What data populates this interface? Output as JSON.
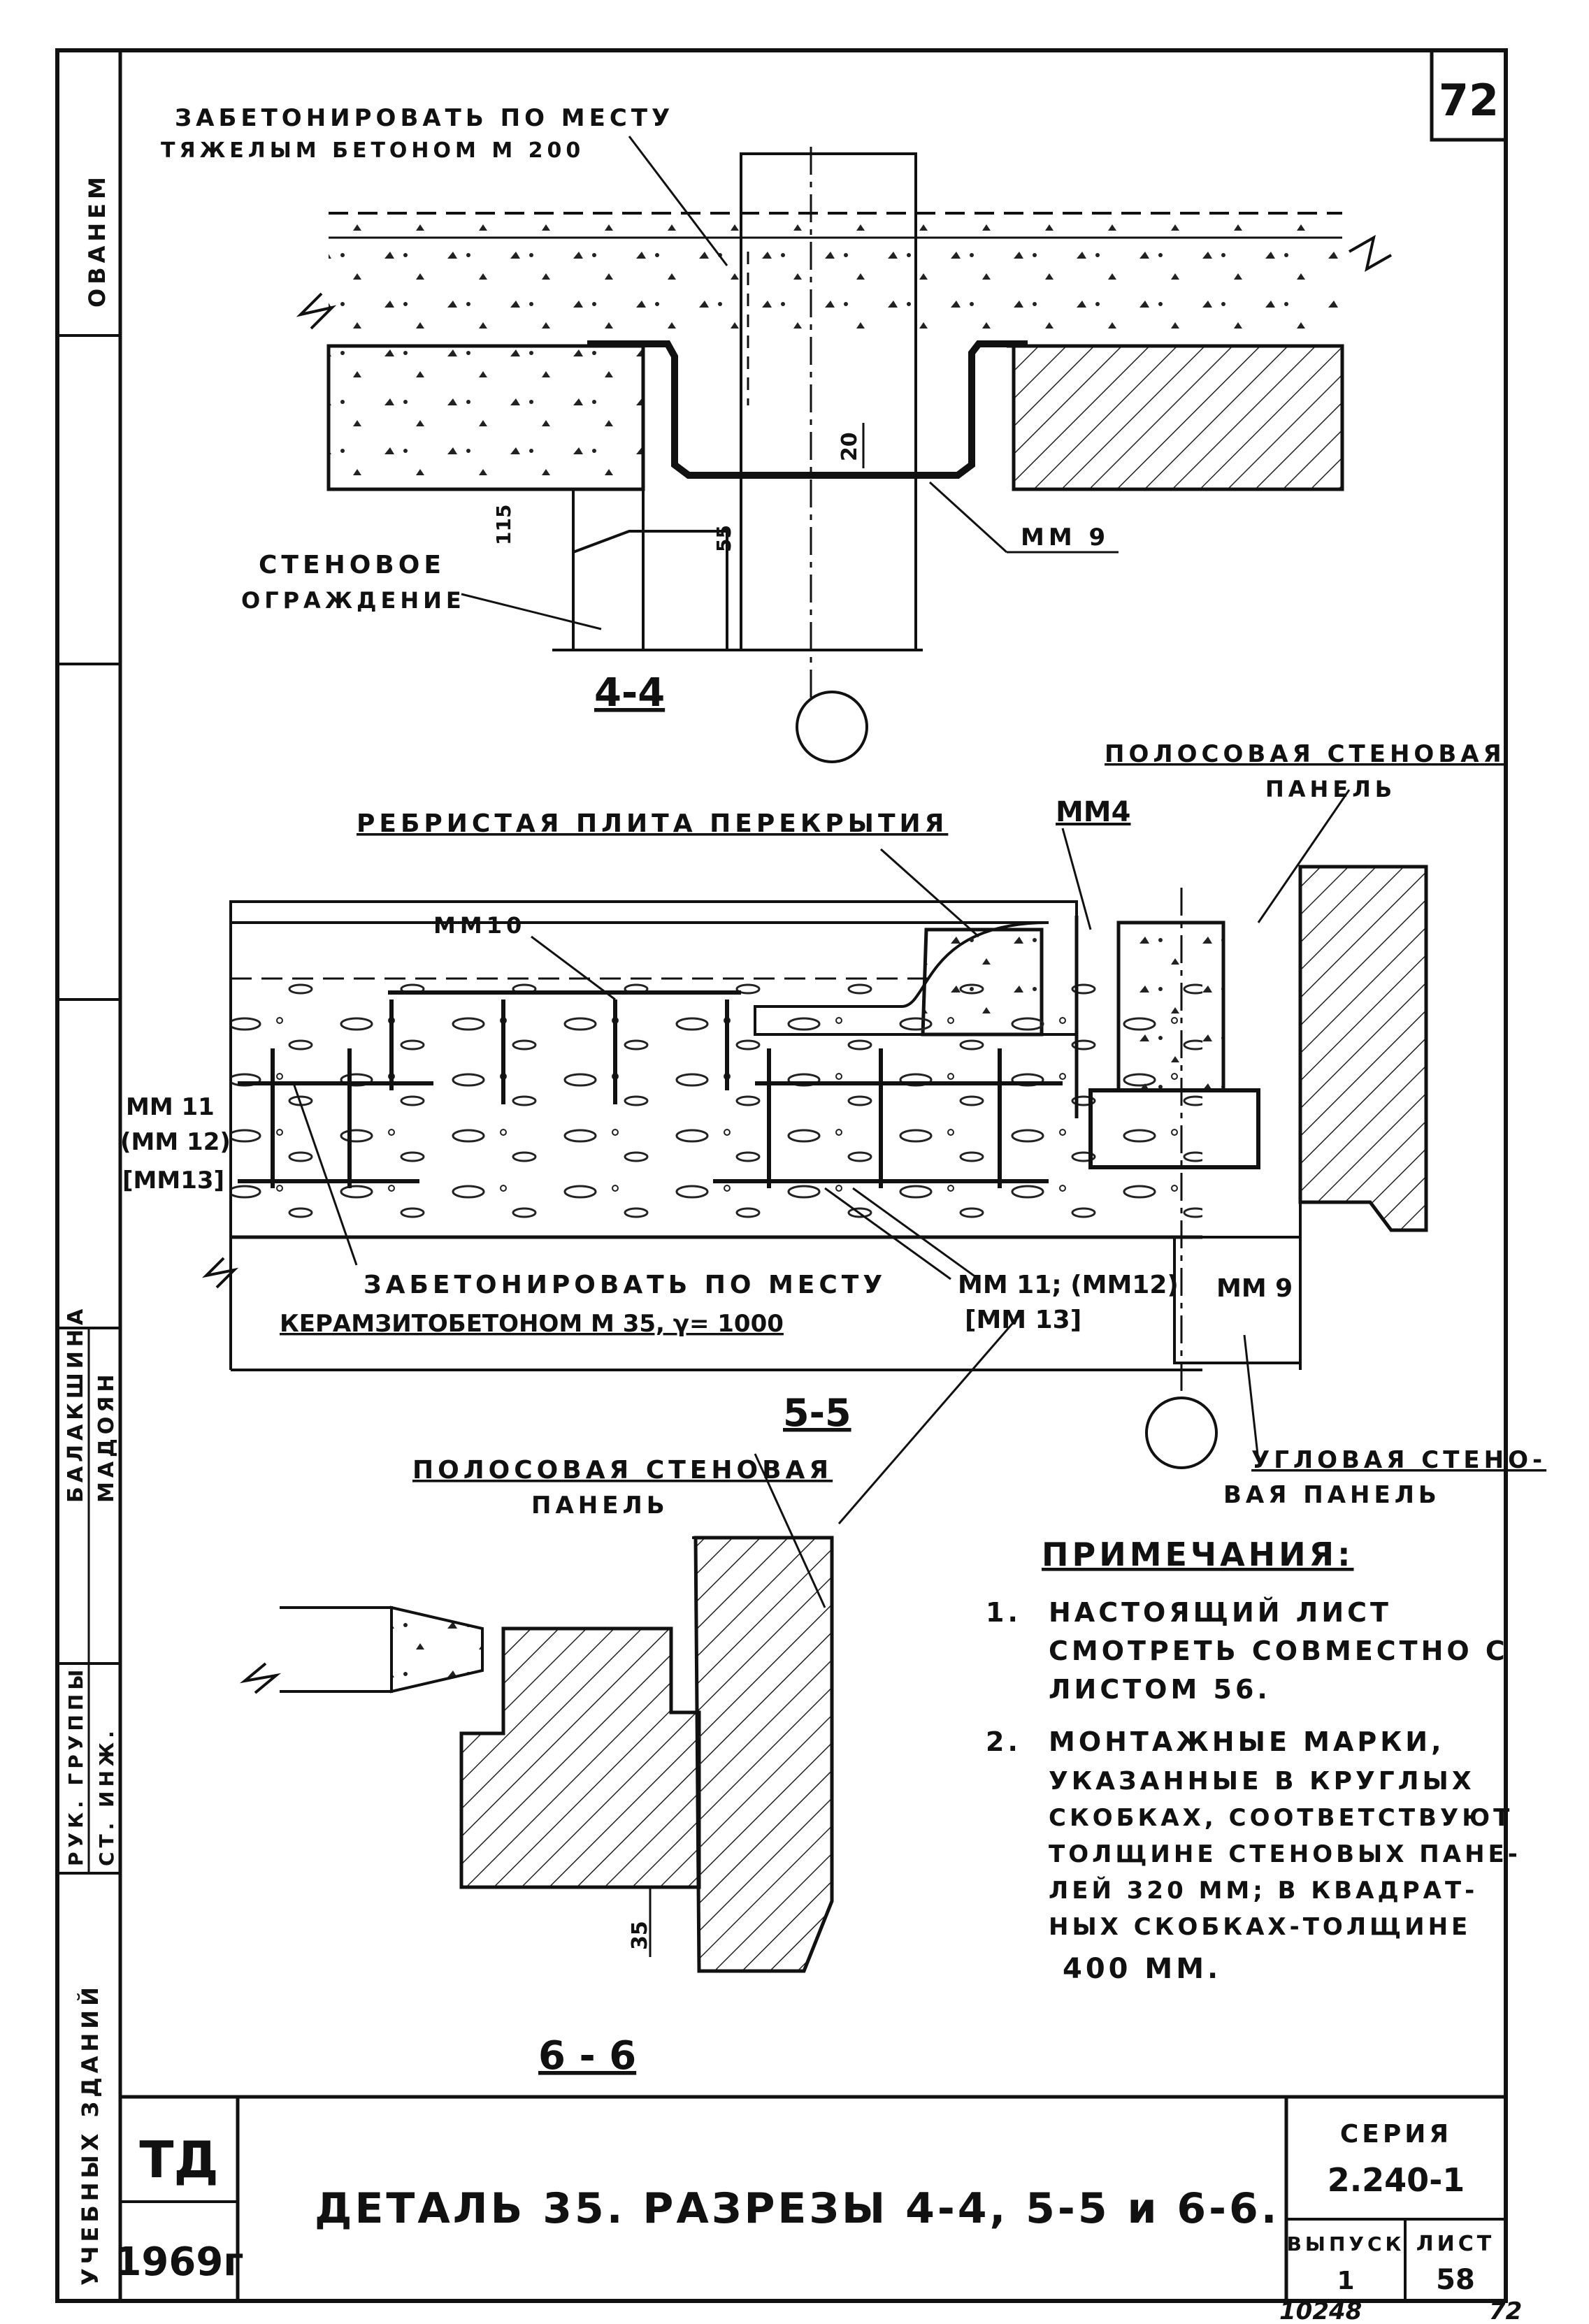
{
  "sheet": {
    "page_number": "72",
    "stamp_number": "10248",
    "stamp_page": "72"
  },
  "section_4_4": {
    "title": "4-4",
    "label_concrete_line1": "ЗАБЕТОНИРОВАТЬ ПО МЕСТУ",
    "label_concrete_line2": "ТЯЖЕЛЫМ БЕТОНОМ М 200",
    "label_wall_line1": "СТЕНОВОЕ",
    "label_wall_line2": "ОГРАЖДЕНИЕ",
    "mark_mm": "ММ 9",
    "dim_20": "20",
    "dim_115": "115",
    "dim_55": "55"
  },
  "section_5_5": {
    "title": "5-5",
    "label_plate": "РЕБРИСТАЯ ПЛИТА ПЕРЕКРЫТИЯ",
    "label_panel_line1": "ПОЛОСОВАЯ СТЕНОВАЯ",
    "label_panel_line2": "ПАНЕЛЬ",
    "mark_mm4": "ММ4",
    "mark_mm10": "ММ10",
    "mark_mm11_a": "ММ 11",
    "mark_mm12_a": "(ММ 12)",
    "mark_mm13_a": "[ММ13]",
    "label_fill_line1": "ЗАБЕТОНИРОВАТЬ ПО МЕСТУ",
    "label_fill_line2": "КЕРАМЗИТОБЕТОНОМ М 35, γ= 1000",
    "mark_mm11_b": "ММ 11; (ММ12)",
    "mark_mm13_b": "[ММ 13]",
    "mark_mm9": "ММ 9",
    "label_corner_line1": "УГЛОВАЯ СТЕНО-",
    "label_corner_line2": "ВАЯ ПАНЕЛЬ"
  },
  "section_6_6": {
    "title": "6 - 6",
    "label_panel_line1": "ПОЛОСОВАЯ СТЕНОВАЯ",
    "label_panel_line2": "ПАНЕЛЬ",
    "dim_35": "35"
  },
  "notes": {
    "heading": "ПРИМЕЧАНИЯ:",
    "n1_num": "1.",
    "n1_line1": "НАСТОЯЩИЙ ЛИСТ",
    "n1_line2": "СМОТРЕТЬ СОВМЕСТНО С",
    "n1_line3": "ЛИСТОМ 56.",
    "n2_num": "2.",
    "n2_line1": "МОНТАЖНЫЕ МАРКИ,",
    "n2_line2": "УКАЗАННЫЕ В КРУГЛЫХ",
    "n2_line3": "СКОБКАХ, СООТВЕТСТВУЮТ",
    "n2_line4": "ТОЛЩИНЕ СТЕНОВЫХ ПАНЕ-",
    "n2_line5": "ЛЕЙ 320 ММ; В КВАДРАТ-",
    "n2_line6": "НЫХ СКОБКАХ-ТОЛЩИНЕ",
    "n2_line7": "400 ММ."
  },
  "side_stamp": {
    "vert_title": "УЧЕБНЫХ ЗДАНИЙ",
    "role1": "РУК. ГРУППЫ",
    "role2": "СТ. ИНЖ.",
    "name1": "БАЛАКШИНА",
    "name2": "МАДОЯН",
    "name3": "ОВАНЕМ"
  },
  "title_block": {
    "org": "ТД",
    "year": "1969г",
    "title": "ДЕТАЛЬ 35. РАЗРЕЗЫ 4-4, 5-5 и 6-6.",
    "series_label": "СЕРИЯ",
    "series_value": "2.240-1",
    "issue_label": "ВЫПУСК",
    "issue_value": "1",
    "sheet_label": "ЛИСТ",
    "sheet_value": "58"
  }
}
